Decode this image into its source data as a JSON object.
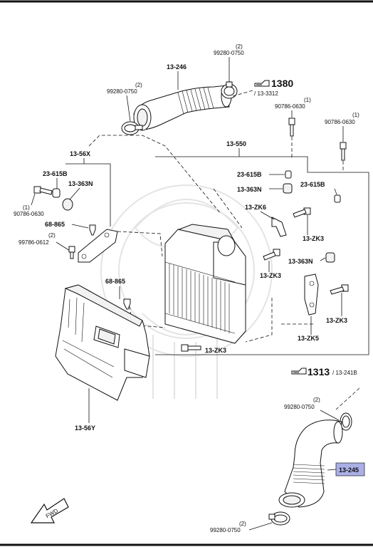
{
  "colors": {
    "highlight": "#aab0e6",
    "line": "#111111",
    "background": "#ffffff"
  },
  "labels": {
    "hose_top": "13-246",
    "clamp_top_right_qty": "(2)",
    "clamp_top_right": "99280-0750",
    "clamp_top_left_qty": "(2)",
    "clamp_top_left": "99280-0750",
    "ref_1380": "1380",
    "ref_13_3312": "/ 13-3312",
    "bolt_a_qty": "(1)",
    "bolt_a": "90786-0630",
    "bolt_b_qty": "(1)",
    "bolt_b": "90786-0630",
    "bracket_group": "13-56X",
    "intercooler_group": "13-550",
    "bush_left": "23-615B",
    "insul_left": "13-363N",
    "bolt_left_qty": "(1)",
    "bolt_left": "90786-0630",
    "clip_top": "68-865",
    "screw_qty": "(2)",
    "screw": "99786-0612",
    "clip_mid": "68-865",
    "duct": "13-56Y",
    "bush_inner": "23-615B",
    "insul_inner": "13-363N",
    "bush_right": "23-615B",
    "bracket_zk6": "13-ZK6",
    "bolt_zk3_a": "13-ZK3",
    "bolt_zk3_b": "13-ZK3",
    "insul_right": "13-363N",
    "bolt_zk3_c": "13-ZK3",
    "bracket_zk5": "13-ZK5",
    "bolt_zk3_d": "13-ZK3",
    "ref_1313": "1313",
    "ref_13_241b": "/ 13-241B",
    "clamp_low_top_qty": "(2)",
    "clamp_low_top": "99280-0750",
    "hose_low": "13-245",
    "clamp_low_bottom_qty": "(2)",
    "clamp_low_bottom": "99280-0750",
    "fwd": "FWD"
  },
  "icons": [
    "pointer-hand-icon",
    "fwd-arrow-icon"
  ]
}
